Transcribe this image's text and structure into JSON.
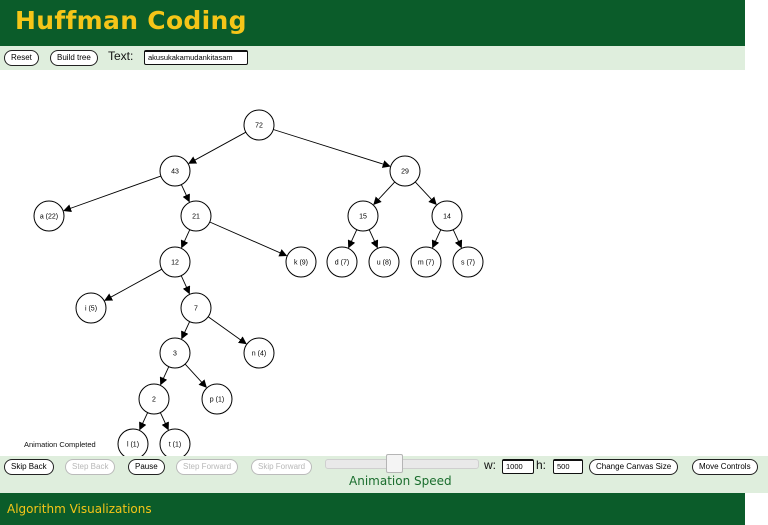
{
  "header": {
    "title": "Huffman Coding"
  },
  "toolbar": {
    "reset_label": "Reset",
    "build_tree_label": "Build tree",
    "text_label": "Text:",
    "text_value": "akusukakamudankitasam"
  },
  "status": {
    "message": "Animation Completed"
  },
  "controls": {
    "skip_back": "Skip Back",
    "step_back": "Step Back",
    "pause": "Pause",
    "step_forward": "Step Forward",
    "skip_forward": "Skip Forward",
    "speed_label": "Animation Speed",
    "speed_value": 0.45,
    "w_label": "w:",
    "w_value": "1000",
    "h_label": "h:",
    "h_value": "500",
    "change_canvas_size": "Change Canvas Size",
    "move_controls": "Move Controls"
  },
  "footer": {
    "text": "Algorithm Visualizations"
  },
  "tree": {
    "nodes": [
      {
        "id": "n72",
        "label": "72"
      },
      {
        "id": "n43",
        "label": "43"
      },
      {
        "id": "n29",
        "label": "29"
      },
      {
        "id": "na",
        "label": "a (22)"
      },
      {
        "id": "n21",
        "label": "21"
      },
      {
        "id": "n15",
        "label": "15"
      },
      {
        "id": "n14",
        "label": "14"
      },
      {
        "id": "n12",
        "label": "12"
      },
      {
        "id": "nk",
        "label": "k (9)"
      },
      {
        "id": "nd",
        "label": "d (7)"
      },
      {
        "id": "nu",
        "label": "u (8)"
      },
      {
        "id": "nm",
        "label": "m (7)"
      },
      {
        "id": "ns",
        "label": "s (7)"
      },
      {
        "id": "ni",
        "label": "i (5)"
      },
      {
        "id": "n7",
        "label": "7"
      },
      {
        "id": "n3",
        "label": "3"
      },
      {
        "id": "nn",
        "label": "n (4)"
      },
      {
        "id": "n2",
        "label": "2"
      },
      {
        "id": "np",
        "label": "p (1)"
      },
      {
        "id": "nl",
        "label": "l (1)"
      },
      {
        "id": "nt",
        "label": "t (1)"
      }
    ],
    "edges": [
      [
        "n72",
        "n43"
      ],
      [
        "n72",
        "n29"
      ],
      [
        "n43",
        "na"
      ],
      [
        "n43",
        "n21"
      ],
      [
        "n29",
        "n15"
      ],
      [
        "n29",
        "n14"
      ],
      [
        "n21",
        "n12"
      ],
      [
        "n21",
        "nk"
      ],
      [
        "n15",
        "nd"
      ],
      [
        "n15",
        "nu"
      ],
      [
        "n14",
        "nm"
      ],
      [
        "n14",
        "ns"
      ],
      [
        "n12",
        "ni"
      ],
      [
        "n12",
        "n7"
      ],
      [
        "n7",
        "n3"
      ],
      [
        "n7",
        "nn"
      ],
      [
        "n3",
        "n2"
      ],
      [
        "n3",
        "np"
      ],
      [
        "n2",
        "nl"
      ],
      [
        "n2",
        "nt"
      ]
    ]
  }
}
